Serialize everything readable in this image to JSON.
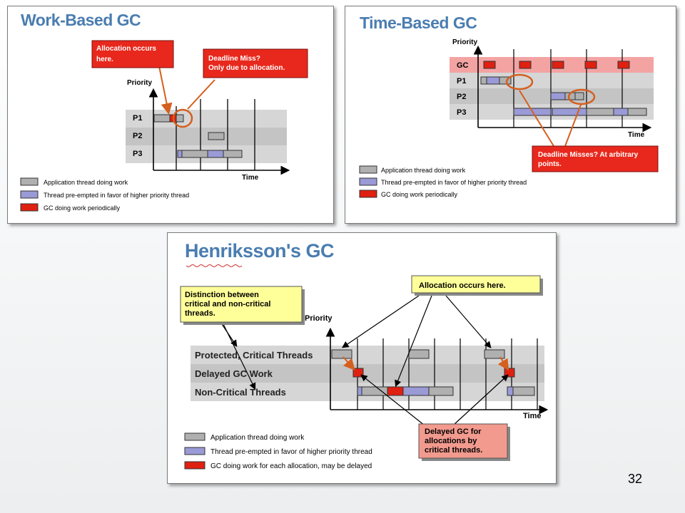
{
  "page_number": "32",
  "legend_common": {
    "app_work": "Application thread doing work",
    "preempted": "Thread pre-empted in favor of higher priority thread",
    "gc_periodic": "GC doing work periodically",
    "gc_alloc": "GC doing work for each allocation, may be delayed"
  },
  "work": {
    "title": "Work-Based GC",
    "priority": "Priority",
    "time": "Time",
    "rows": [
      "P1",
      "P2",
      "P3"
    ],
    "callout_alloc": [
      "Allocation occurs",
      "here."
    ],
    "callout_deadline": [
      "Deadline Miss?",
      "Only due to allocation."
    ]
  },
  "time": {
    "title": "Time-Based GC",
    "priority": "Priority",
    "time": "Time",
    "rows": [
      "GC",
      "P1",
      "P2",
      "P3"
    ],
    "callout_deadline": [
      "Deadline Misses? At arbitrary",
      "points."
    ]
  },
  "henr": {
    "title": "Henriksson's GC",
    "priority": "Priority",
    "time": "Time",
    "rows": [
      "Protected, Critical Threads",
      "Delayed GC Work",
      "Non-Critical Threads"
    ],
    "callout_distinction": [
      "Distinction between",
      "critical and non-critical",
      "threads."
    ],
    "callout_alloc": "Allocation occurs here.",
    "callout_delayed": [
      "Delayed GC for",
      "allocations by",
      "critical threads."
    ]
  },
  "colors": {
    "title": "#4a7db0",
    "gray_bar": "#b0b0b0",
    "purple_bar": "#9a9ad6",
    "red": "#e02010",
    "callout_red": "#e8281c",
    "callout_yellow": "#ffff99",
    "gc_row": "#f4a3a3",
    "circle": "#d55f1e"
  }
}
